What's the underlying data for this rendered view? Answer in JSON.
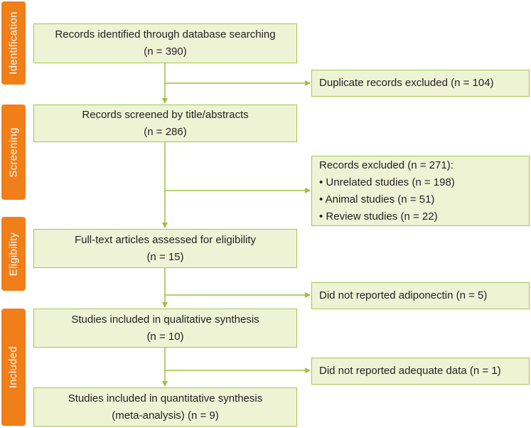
{
  "stages": {
    "identification": "Identification",
    "screening": "Screening",
    "eligibility": "Eligibility",
    "included": "Included"
  },
  "boxes": {
    "identified": {
      "line1": "Records identified through database searching",
      "line2": "(n = 390)"
    },
    "screened": {
      "line1": "Records screened by title/abstracts",
      "line2": "(n = 286)"
    },
    "eligibility": {
      "line1": "Full-text articles assessed for eligibility",
      "line2": "(n = 15)"
    },
    "qualitative": {
      "line1": "Studies included in qualitative synthesis",
      "line2": "(n = 10)"
    },
    "quantitative": {
      "line1": "Studies included in quantitative synthesis",
      "line2": "(meta-analysis) (n = 9)"
    }
  },
  "exclusions": {
    "duplicates": "Duplicate records excluded (n = 104)",
    "records_excluded": {
      "title": "Records excluded (n = 271):",
      "items": [
        "Unrelated studies (n = 198)",
        "Animal studies (n = 51)",
        "Review studies (n = 22)"
      ]
    },
    "adiponectin": "Did not reported adiponectin (n = 5)",
    "adequate_data": "Did not reported adequate data (n = 1)"
  },
  "colors": {
    "stage_tab": "#f07f1a",
    "box_fill": "#eef3d6",
    "box_border": "#a6c54a",
    "arrow": "#9bc23c"
  }
}
